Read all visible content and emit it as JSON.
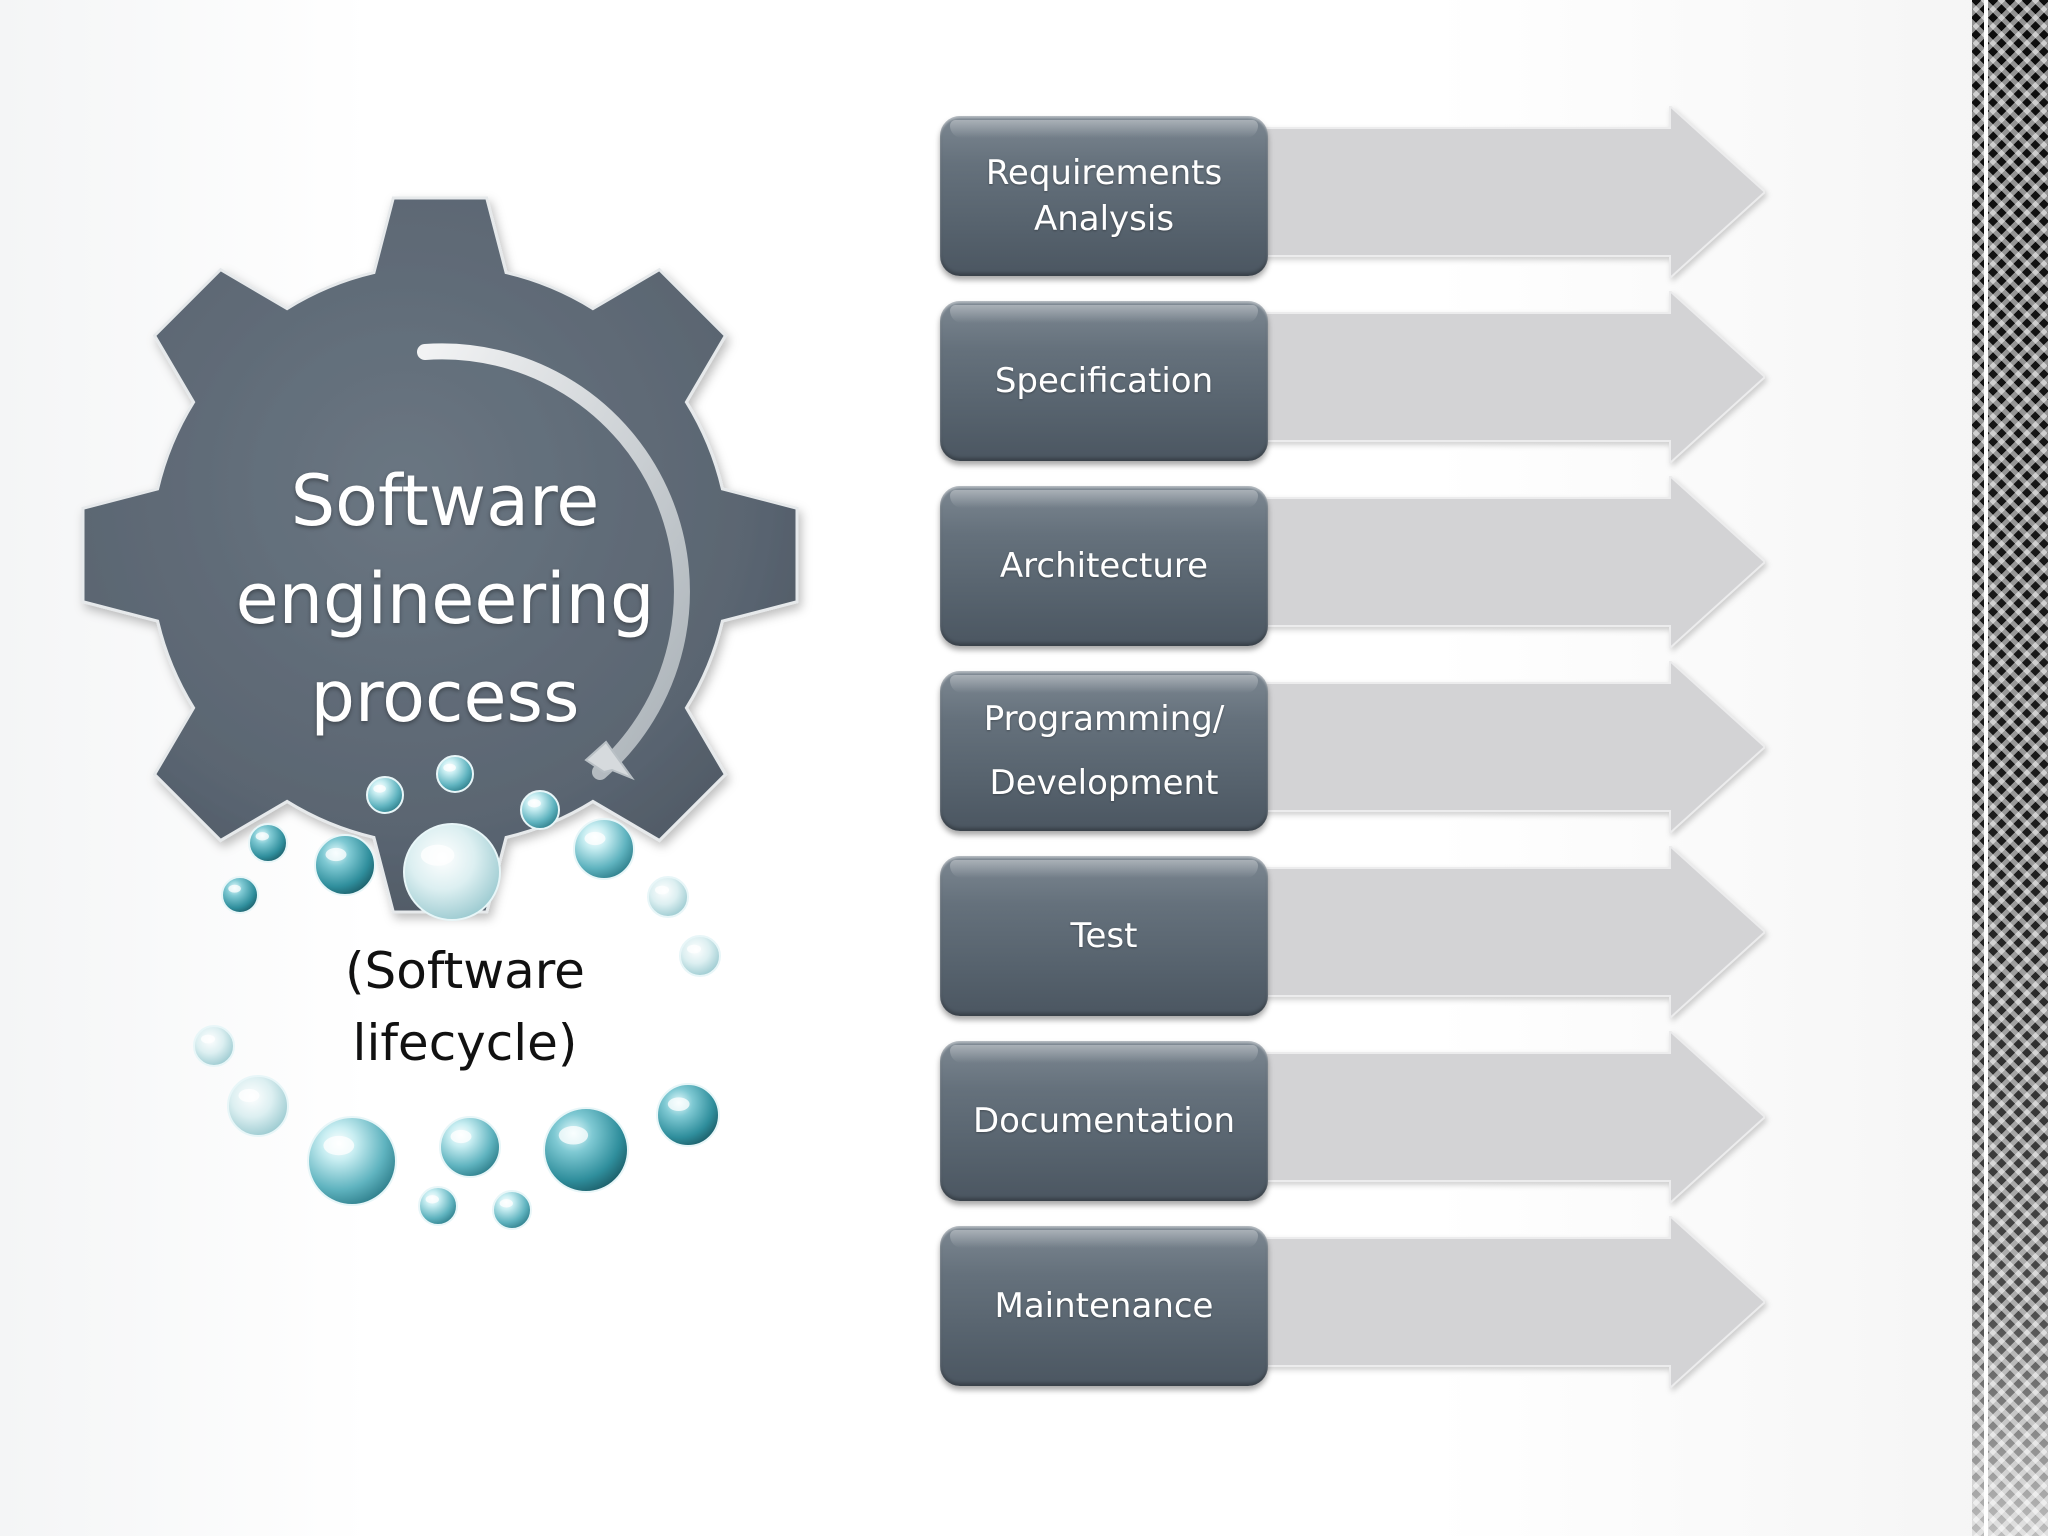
{
  "gear": {
    "title_lines": [
      "Software",
      "engineering",
      "process"
    ],
    "subtitle_lines": [
      "(Software",
      "lifecycle)"
    ],
    "icons": [
      "gear-icon",
      "curved-arrow-icon",
      "water-bubbles-decoration"
    ]
  },
  "steps": [
    {
      "id": "requirements-analysis",
      "lines": [
        "Requirements",
        "Analysis"
      ]
    },
    {
      "id": "specification",
      "lines": [
        "Specification"
      ]
    },
    {
      "id": "architecture",
      "lines": [
        "Architecture"
      ]
    },
    {
      "id": "programming-development",
      "lines": [
        "Programming/",
        "Development"
      ]
    },
    {
      "id": "test",
      "lines": [
        "Test"
      ]
    },
    {
      "id": "documentation",
      "lines": [
        "Documentation"
      ]
    },
    {
      "id": "maintenance",
      "lines": [
        "Maintenance"
      ]
    }
  ],
  "colors": {
    "gear": "#5b6672",
    "box": "#5a6570",
    "arrow": "#d3d3d5",
    "bubble": "#5fb3bf",
    "border": "#151515"
  }
}
